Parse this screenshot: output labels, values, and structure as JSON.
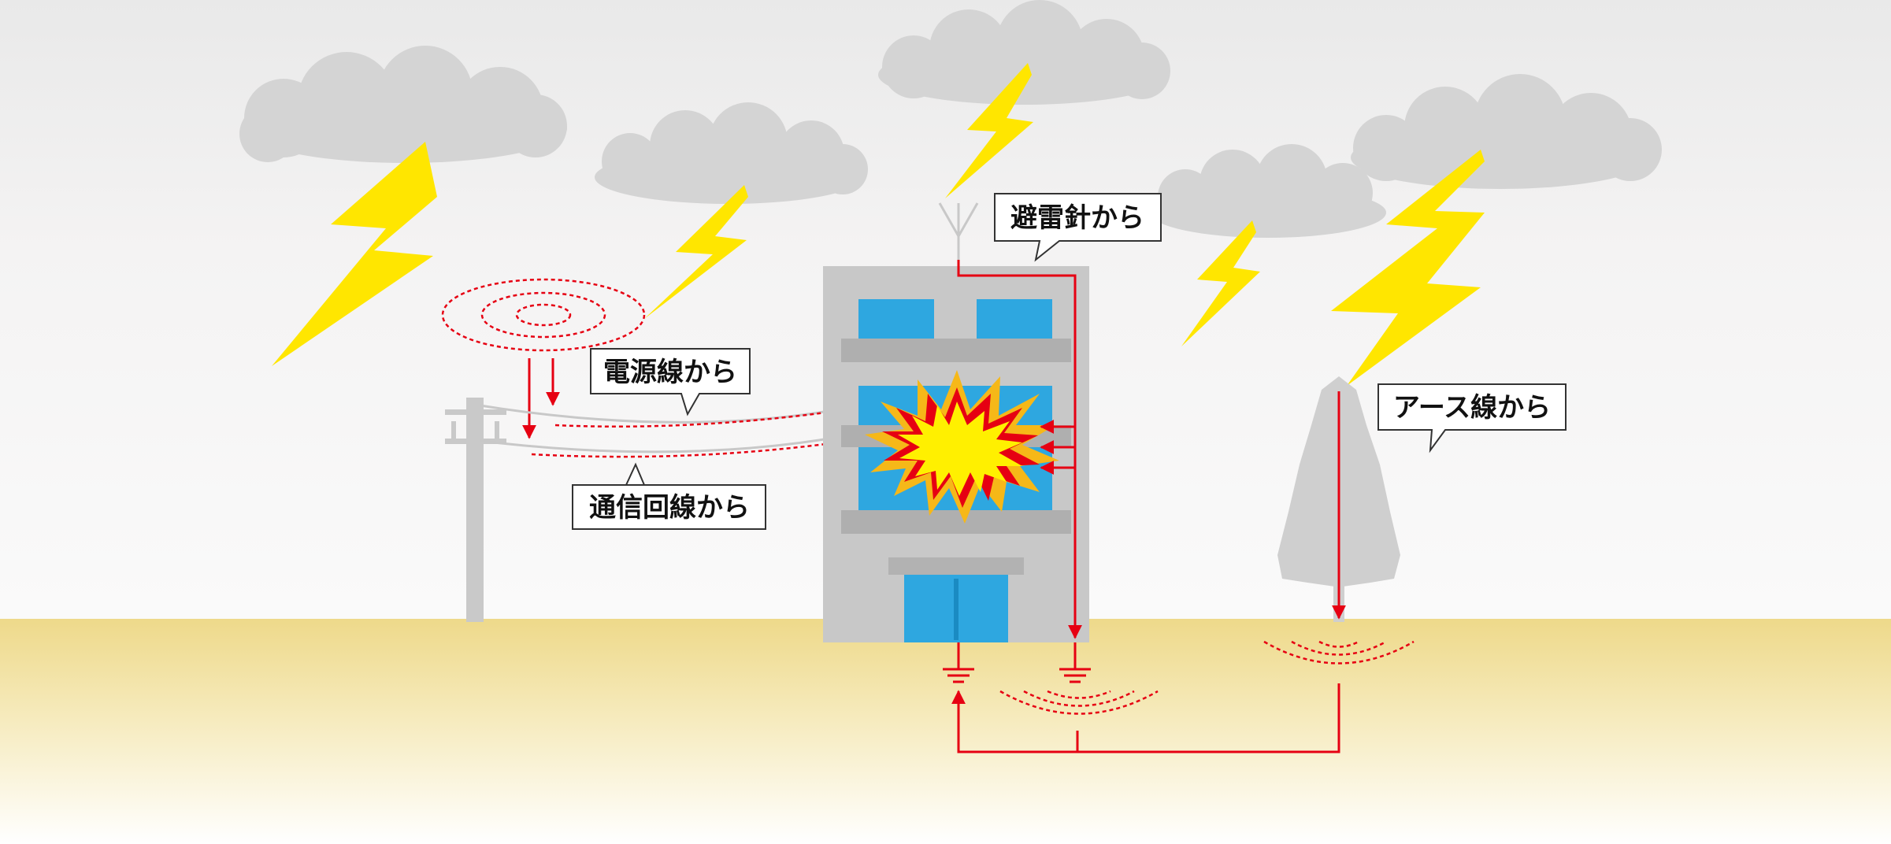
{
  "labels": {
    "lightning_rod": "避雷針から",
    "power_line": "電源線から",
    "telecom_line": "通信回線から",
    "earth_line": "アース線から"
  },
  "colors": {
    "sky_top": "#e9e9e9",
    "sky_bottom": "#fafafa",
    "ground_top": "#eed98a",
    "ground_bottom": "#ffffff",
    "cloud": "#d4d4d4",
    "lightning": "#ffe600",
    "surge_path": "#e60012",
    "building": "#c8c8c8",
    "window": "#2ea7e0",
    "explosion_outer": "#f6b818",
    "explosion_inner": "#fff000",
    "tree": "#cfcfcf",
    "pole": "#c9c9c9"
  },
  "icons": [
    "cloud-icon",
    "lightning-bolt-icon",
    "building-icon",
    "utility-pole-icon",
    "tree-icon",
    "ground-symbol-icon",
    "explosion-icon",
    "lightning-rod-icon"
  ]
}
